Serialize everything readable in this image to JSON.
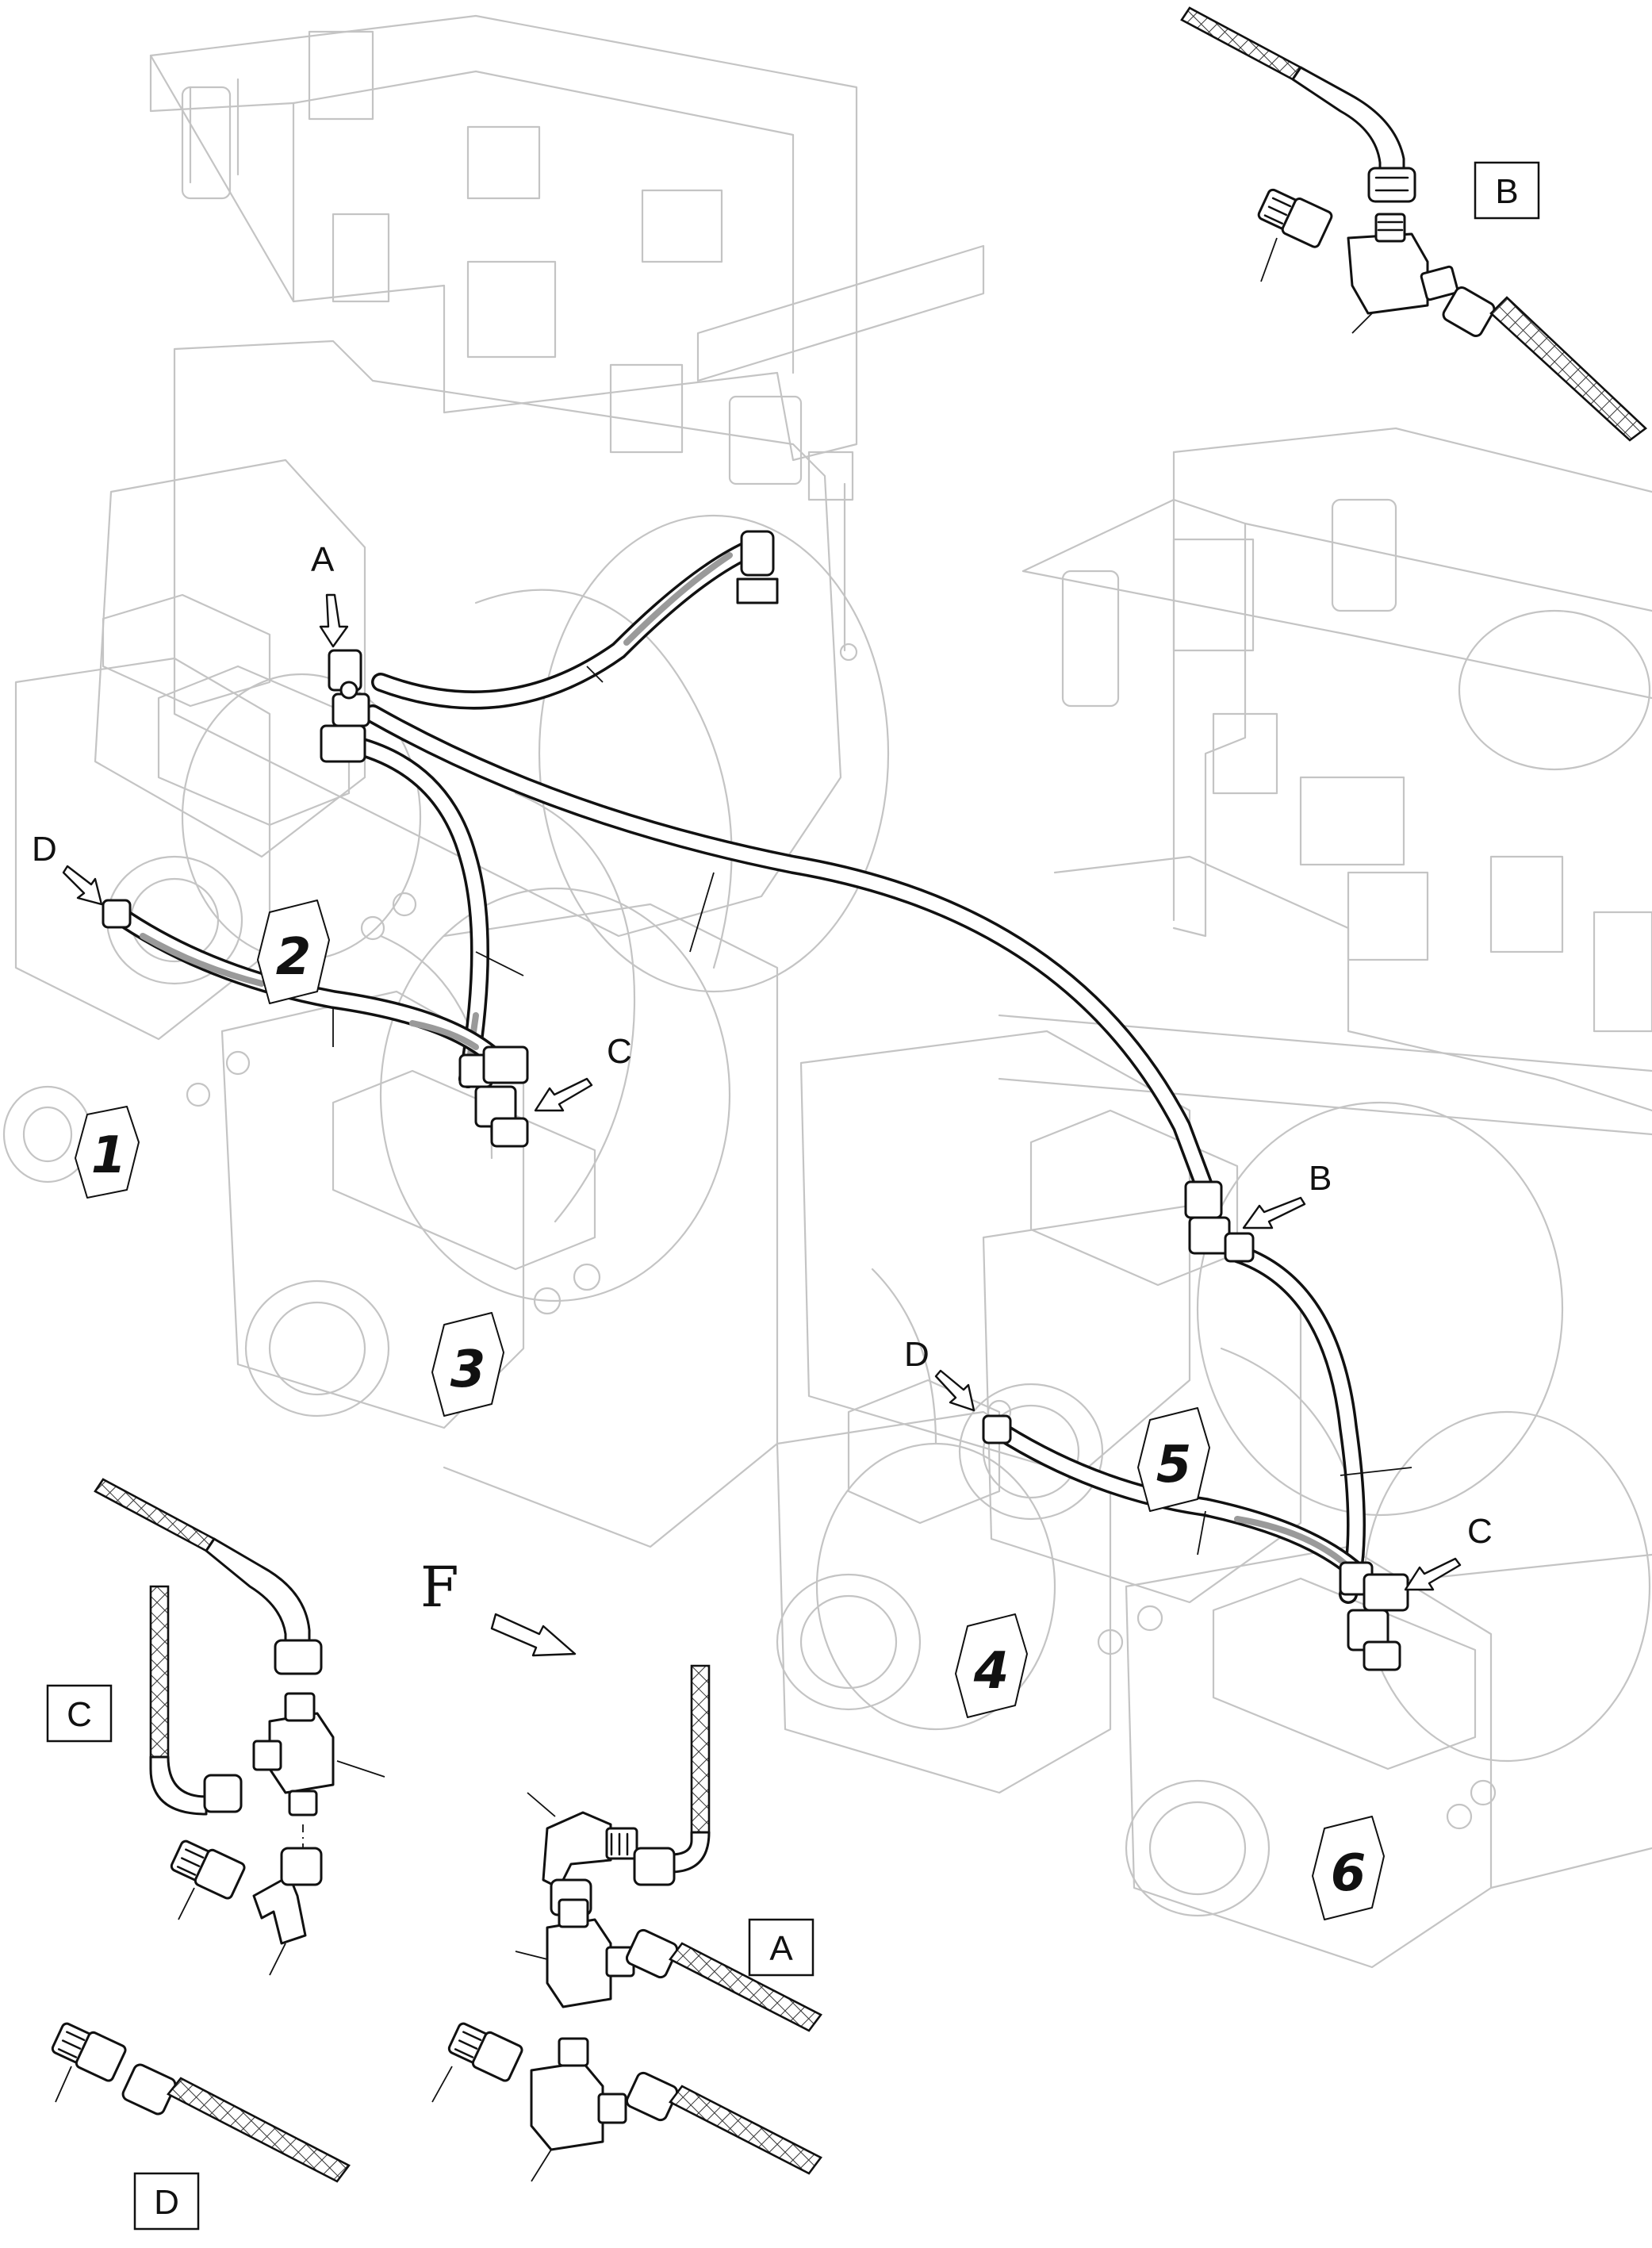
{
  "callouts": {
    "A": "A",
    "B": "B",
    "C": "C",
    "D": "D"
  },
  "detail_labels": {
    "A": "A",
    "B": "B",
    "C": "C",
    "D": "D"
  },
  "pump_numbers": [
    "1",
    "2",
    "3",
    "4",
    "5",
    "6"
  ],
  "view_arrow_label": "F",
  "colors": {
    "ink": "#111111",
    "ghost_outline": "#c4c4c4",
    "hose_shade": "#9a9a9a",
    "background": "#ffffff"
  }
}
